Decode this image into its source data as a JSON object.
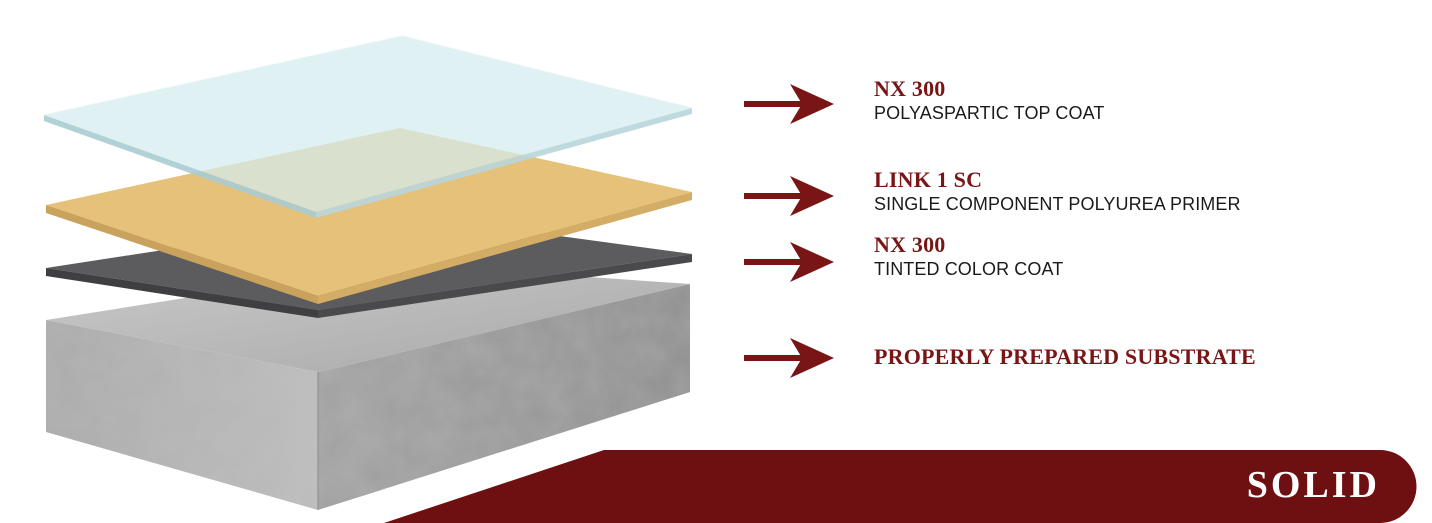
{
  "layers": [
    {
      "title": "NX 300",
      "subtitle": "POLYASPARTIC TOP COAT",
      "color": "#d4ecef"
    },
    {
      "title": "LINK 1 SC",
      "subtitle": "SINGLE COMPONENT POLYUREA PRIMER",
      "color": "#e3c07c"
    },
    {
      "title": "NX 300",
      "subtitle": "TINTED COLOR COAT",
      "color": "#58585a"
    },
    {
      "title": "PROPERLY PREPARED SUBSTRATE",
      "subtitle": "",
      "color": "#b3b3b3"
    }
  ],
  "banner": {
    "label": "SOLID",
    "color": "#6e1012"
  },
  "accent_color": "#7a1515",
  "icons": {
    "arrow": "arrow-right-icon"
  }
}
